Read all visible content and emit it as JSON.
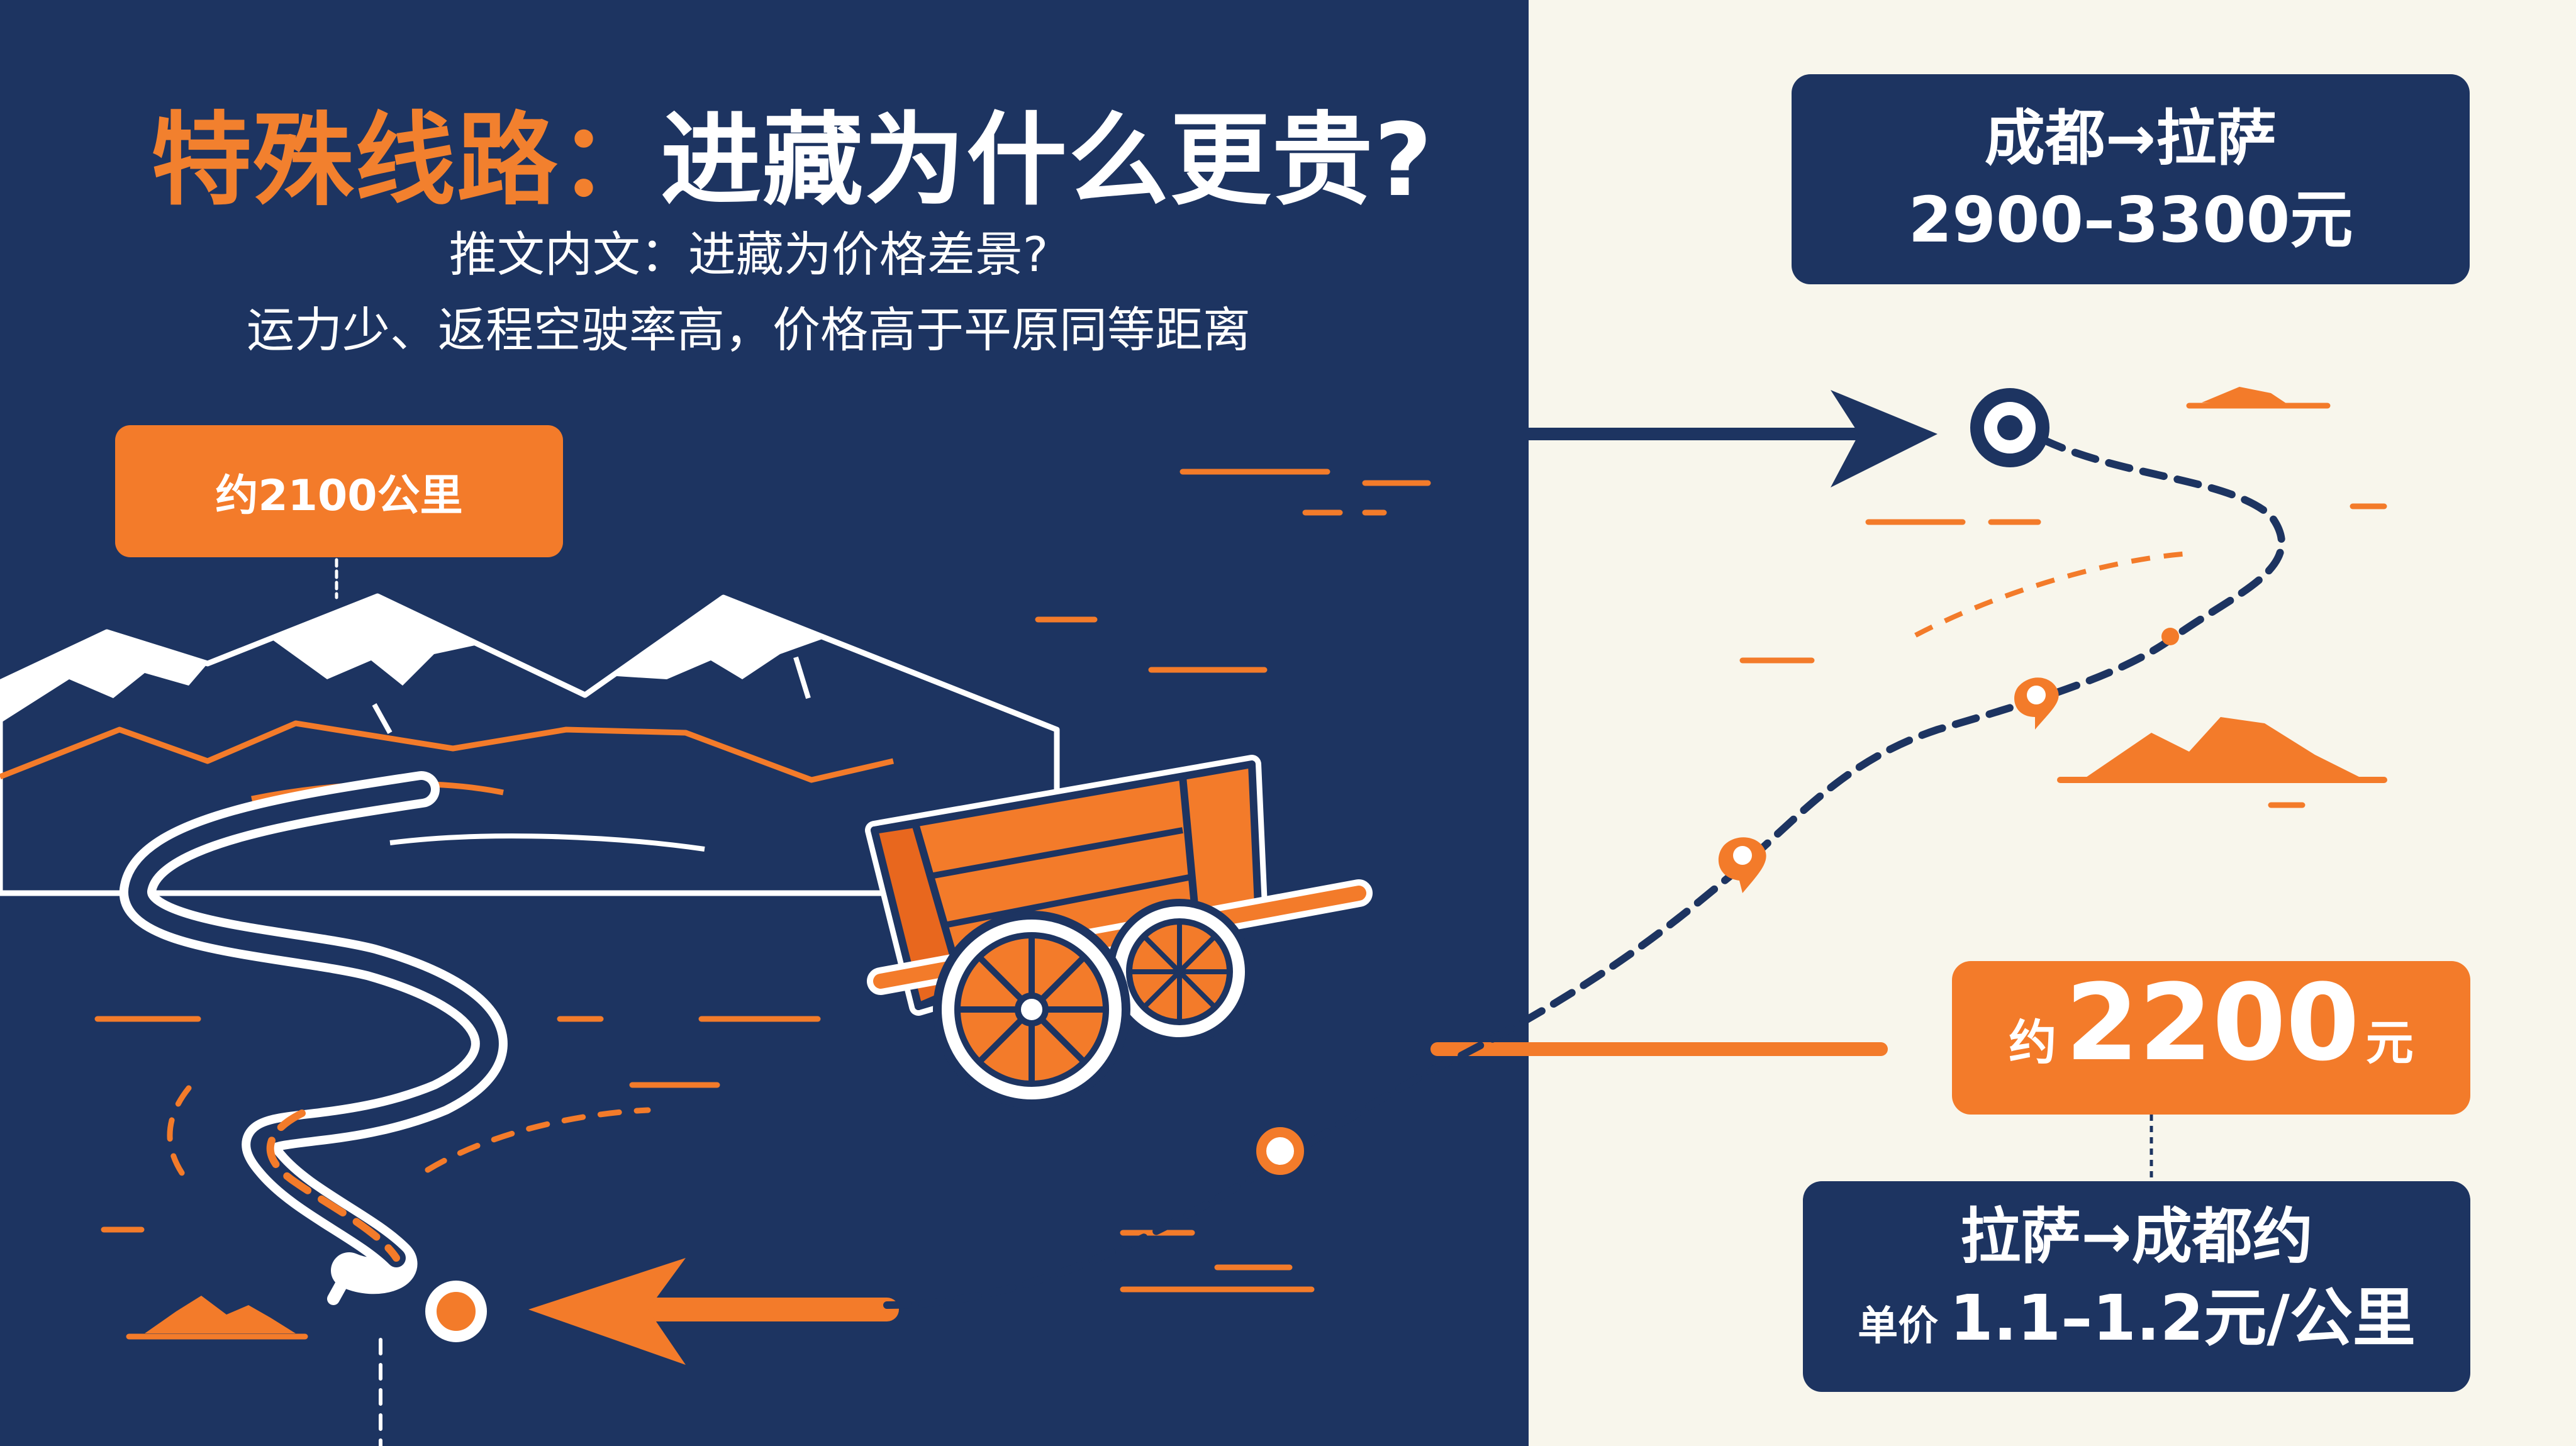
{
  "title": {
    "highlight": "特殊线路：",
    "rest": "进藏为什么更贵?"
  },
  "subtitle": {
    "line1": "推文内文：进藏为价格差景?",
    "line2": "运力少、返程空驶率高，价格高于平原同等距离"
  },
  "distance_label": "约2100公里",
  "route_outbound": {
    "line1": "成都→拉萨",
    "line2": "2900–3300元"
  },
  "return_price": {
    "prefix": "约",
    "amount": "2200",
    "unit": "元"
  },
  "route_return": {
    "line1": "拉萨→成都约",
    "line2_small": "单价",
    "line2_big": "1.1–1.2元/公里"
  },
  "colors": {
    "navy": "#1d3461",
    "orange": "#f37b2a",
    "cream": "#f8f6ec",
    "white": "#ffffff"
  },
  "icons": [
    "mountain-range-icon",
    "winding-road-icon",
    "cart-icon",
    "location-pin-icon",
    "arrow-right-icon",
    "arrow-left-icon",
    "cloud-icon"
  ]
}
